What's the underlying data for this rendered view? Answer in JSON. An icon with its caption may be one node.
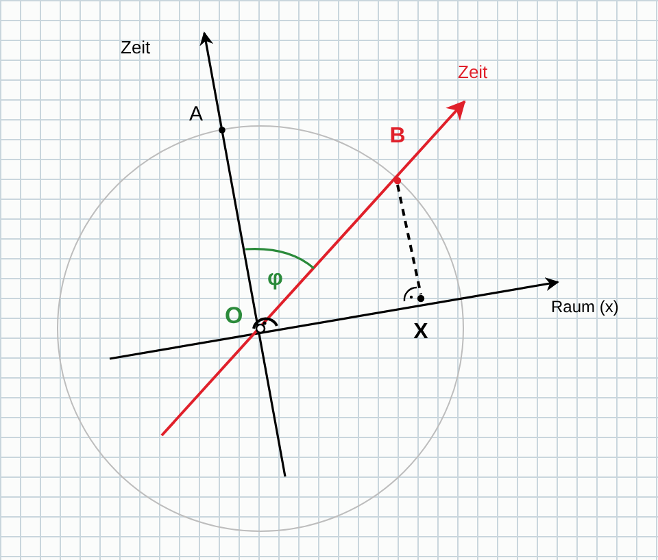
{
  "diagram": {
    "nodes": [
      {
        "text": [
          "B"
        ]
      },
      {
        "text": [
          "X"
        ]
      }
    ],
    "edges": [
      {
        "from": 0,
        "to": 1,
        "arrow": "none",
        "style": "dashed"
      }
    ],
    "labels": [
      "Zeit",
      "A",
      "Zeit",
      "φ",
      "O",
      "Raum (x)"
    ]
  }
}
